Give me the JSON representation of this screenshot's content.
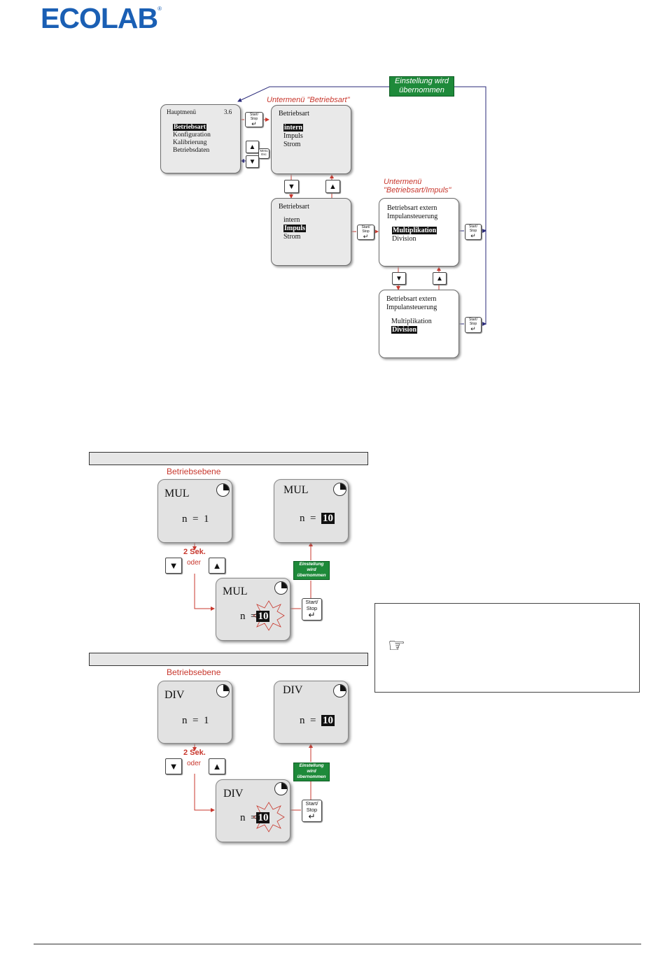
{
  "logo": {
    "text": "ECOLAB",
    "reg": "®"
  },
  "submenu1_label": "Untermenü \"Betriebsart\"",
  "submenu2_label": [
    "Untermenü",
    "\"Betriebsart/Impuls\""
  ],
  "accepted_top": [
    "Einstellung wird",
    "übernommen"
  ],
  "accepted_small": [
    "Einstellung",
    "wird",
    "übernommen"
  ],
  "start_stop": [
    "Start/",
    "Stop"
  ],
  "menu_esc": [
    "Menu",
    "Esc"
  ],
  "main_menu": {
    "title": "Hauptmenü",
    "version": "3.6",
    "items": [
      "Betriebsart",
      "Konfiguration",
      "Kalibrierung",
      "Betriebsdaten"
    ]
  },
  "betriebsart_1": {
    "title": "Betriebsart",
    "items": [
      "intern",
      "Impuls",
      "Strom"
    ]
  },
  "betriebsart_2": {
    "title": "Betriebsart",
    "items": [
      "intern",
      "Impuls",
      "Strom"
    ]
  },
  "extern_1": {
    "lines": [
      "Betriebsart extern",
      "Impulansteuerung"
    ],
    "items": [
      "Multiplikation",
      "Division"
    ]
  },
  "extern_2": {
    "lines": [
      "Betriebsart extern",
      "Impulansteuerung"
    ],
    "items": [
      "Multiplikation",
      "Division"
    ]
  },
  "betriebsebene": "Betriebsebene",
  "two_sec": "2 Sek.",
  "oder": "oder",
  "mul": {
    "mode": "MUL",
    "n_label": "n",
    "eq": "=",
    "initial": "1",
    "new": "10"
  },
  "div": {
    "mode": "DIV",
    "n_label": "n",
    "eq": "=",
    "initial": "1",
    "new": "10"
  },
  "colors": {
    "red": "#c8372d",
    "green": "#1e8a3a",
    "blue": "#1a5fb4",
    "navy": "#2a2a7a"
  }
}
